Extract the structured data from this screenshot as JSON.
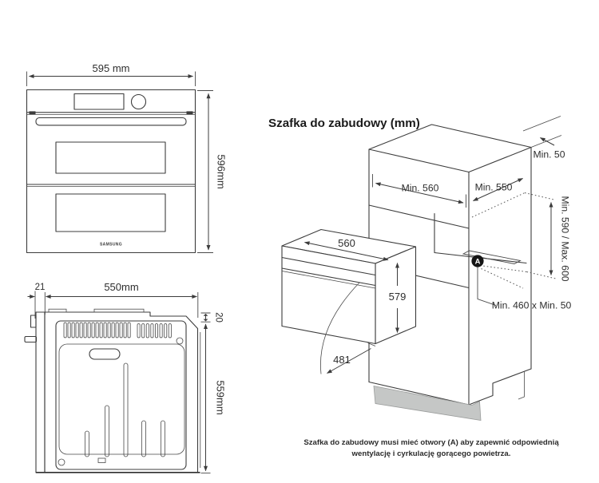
{
  "title": "Szafka do zabudowy (mm)",
  "front_view": {
    "width": "595 mm",
    "height": "596mm",
    "brand": "SAMSUNG"
  },
  "back_view": {
    "front_offset": "21",
    "depth": "550mm",
    "top_gap": "20",
    "height": "559mm"
  },
  "cabinet_view": {
    "rear_top_clearance": "Min. 50",
    "niche_width": "Min. 560",
    "niche_depth": "Min. 550",
    "niche_height": "Min. 590 / Max. 600",
    "oven_width": "560",
    "oven_height": "579",
    "door_clearance": "481",
    "vent_opening": "Min. 460 x Min. 50",
    "vent_marker": "A"
  },
  "caption": {
    "line1": "Szafka do zabudowy musi mieć otwory (A) aby zapewnić odpowiednią",
    "line2": "wentylację i cyrkulację gorącego powietrza."
  },
  "colors": {
    "background": "#ffffff",
    "line": "#3c3c3c",
    "text": "#2e2e2e",
    "plinth": "#c5c7c6",
    "marker_bg": "#151515",
    "marker_fg": "#ffffff"
  }
}
